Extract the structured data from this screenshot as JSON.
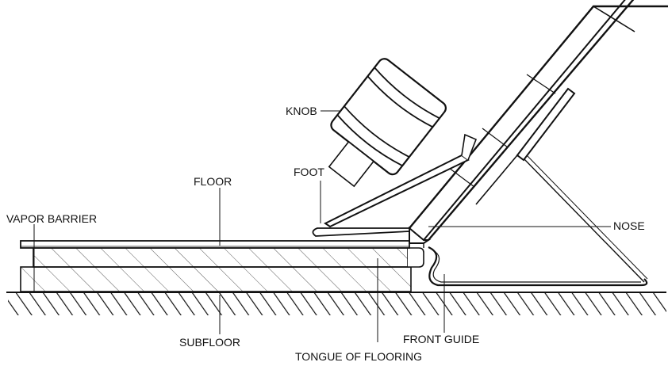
{
  "labels": {
    "knob": "KNOB",
    "foot": "FOOT",
    "floor": "FLOOR",
    "vapor_barrier": "VAPOR BARRIER",
    "nose": "NOSE",
    "subfloor": "SUBFLOOR",
    "front_guide": "FRONT GUIDE",
    "tongue_of_flooring": "TONGUE OF FLOORING"
  },
  "colors": {
    "line": "#111111",
    "background": "#ffffff"
  }
}
